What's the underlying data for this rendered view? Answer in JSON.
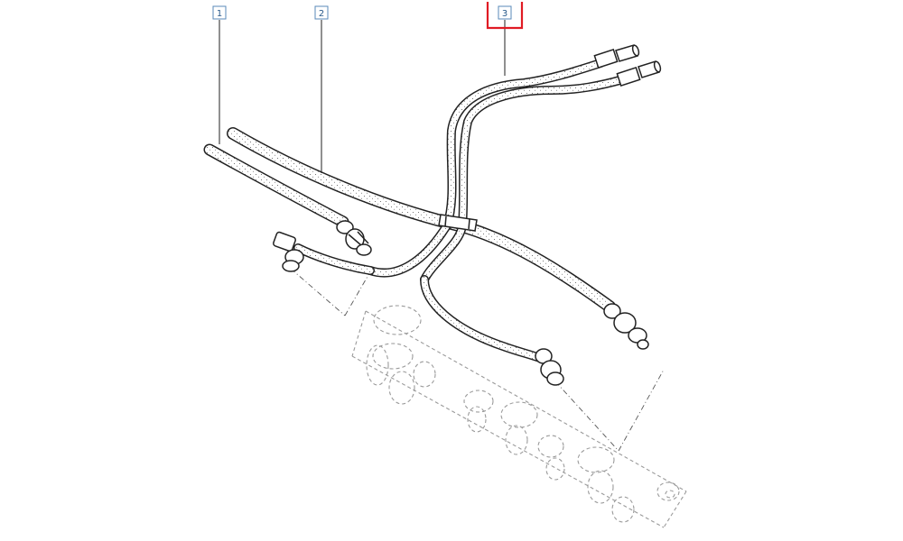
{
  "callouts": [
    {
      "label": "1",
      "highlighted": false
    },
    {
      "label": "2",
      "highlighted": false
    },
    {
      "label": "3",
      "highlighted": true
    }
  ],
  "colors": {
    "line": "#2b2b2b",
    "dashed_part": "#9a9a9a",
    "callout_box": "#5a8ab8",
    "callout_text": "#2a5a8a",
    "highlight": "#e01b24"
  }
}
